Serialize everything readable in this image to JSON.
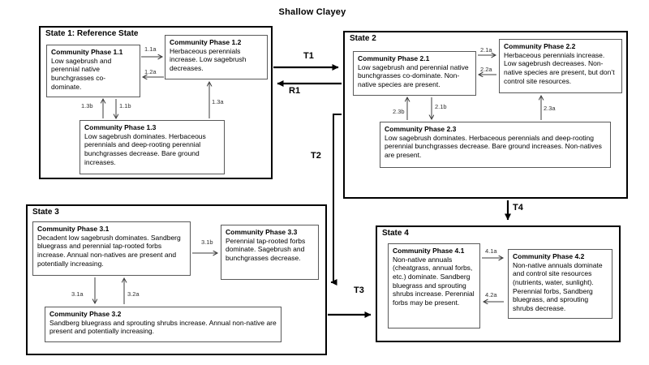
{
  "title": "Shallow Clayey",
  "states": [
    {
      "label": "State 1: Reference State",
      "phases": [
        {
          "title": "Community Phase 1.1",
          "text": "Low sagebrush and perennial native bunchgrasses co-dominate."
        },
        {
          "title": "Community Phase 1.2",
          "text": "Herbaceous perennials increase. Low sagebrush decreases."
        },
        {
          "title": "Community Phase 1.3",
          "text": "Low sagebrush dominates. Herbaceous perennials and deep-rooting perennial bunchgrasses decrease. Bare ground increases."
        }
      ]
    },
    {
      "label": "State 2",
      "phases": [
        {
          "title": "Community Phase 2.1",
          "text": "Low sagebrush and perennial native bunchgrasses co-dominate. Non-native species are present."
        },
        {
          "title": "Community Phase 2.2",
          "text": "Herbaceous perennials increase. Low sagebrush decreases. Non-native species are present, but don’t control site resources."
        },
        {
          "title": "Community Phase 2.3",
          "text": "Low sagebrush dominates. Herbaceous perennials and deep-rooting perennial bunchgrasses decrease. Bare ground increases. Non-natives are present."
        }
      ]
    },
    {
      "label": "State 3",
      "phases": [
        {
          "title": "Community Phase 3.1",
          "text": "Decadent low sagebrush dominates. Sandberg bluegrass and perennial tap-rooted forbs increase. Annual non-natives are present and potentially increasing."
        },
        {
          "title": "Community Phase 3.3",
          "text": "Perennial tap-rooted forbs dominate. Sagebrush and bunchgrasses decrease."
        },
        {
          "title": "Community Phase 3.2",
          "text": "Sandberg bluegrass and sprouting shrubs increase. Annual non-native are present and potentially increasing."
        }
      ]
    },
    {
      "label": "State 4",
      "phases": [
        {
          "title": "Community Phase 4.1",
          "text": "Non-native annuals (cheatgrass, annual forbs, etc.) dominate. Sandberg bluegrass and sprouting shrubs increase. Perennial forbs may be present."
        },
        {
          "title": "Community Phase 4.2",
          "text": "Non-native annuals dominate and control site resources (nutrients, water, sunlight). Perennial forbs, Sandberg bluegrass, and sprouting shrubs decrease."
        }
      ]
    }
  ],
  "pathways": {
    "p11a": "1.1a",
    "p12a": "1.2a",
    "p11b": "1.1b",
    "p13a": "1.3a",
    "p13b": "1.3b",
    "p21a": "2.1a",
    "p22a": "2.2a",
    "p21b": "2.1b",
    "p23a": "2.3a",
    "p23b": "2.3b",
    "p31a": "3.1a",
    "p31b": "3.1b",
    "p32a": "3.2a",
    "p41a": "4.1a",
    "p42a": "4.2a"
  },
  "transitions": {
    "t1": "T1",
    "r1": "R1",
    "t2": "T2",
    "t3": "T3",
    "t4": "T4"
  },
  "colors": {
    "ink": "#000000",
    "phase_border": "#595959",
    "pathway_line": "#3d3d3d",
    "background": "#ffffff"
  }
}
